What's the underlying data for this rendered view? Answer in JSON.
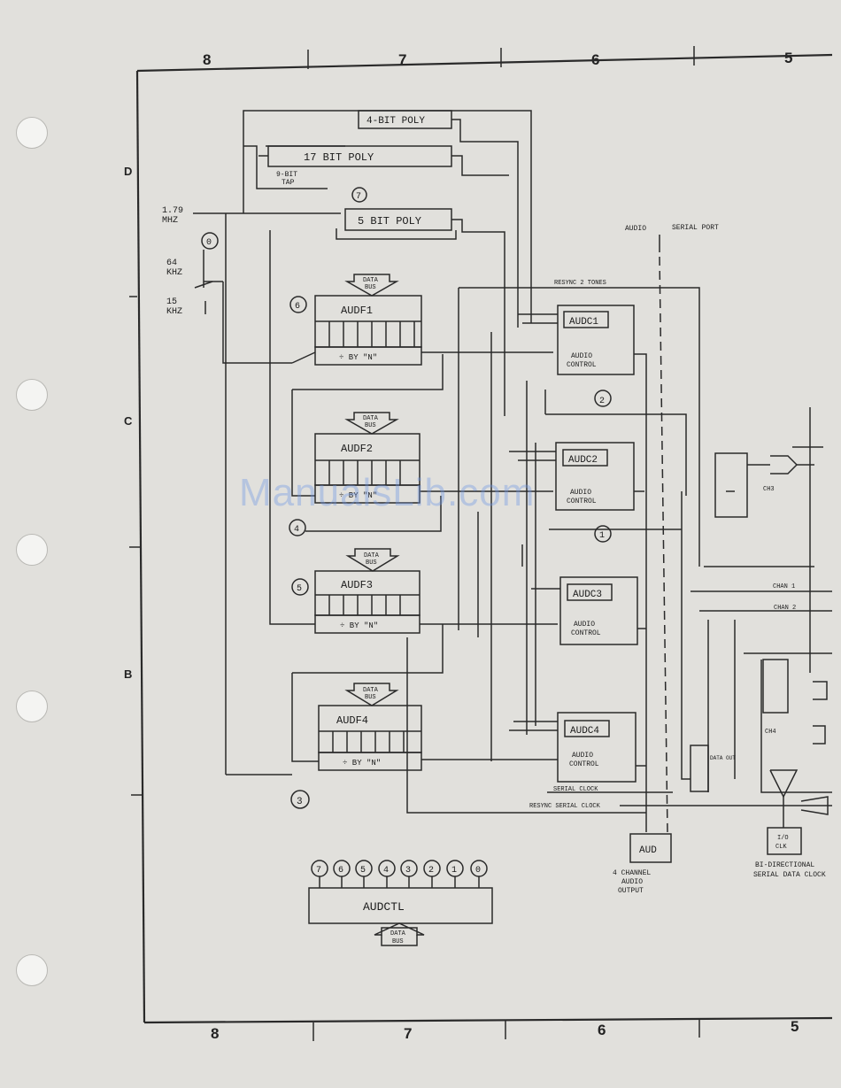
{
  "ruler": {
    "top": [
      "8",
      "7",
      "6",
      "5"
    ],
    "bottom": [
      "8",
      "7",
      "6",
      "5"
    ]
  },
  "margin_letters": [
    "D",
    "C",
    "B"
  ],
  "clock": {
    "freq_line1": "1.79",
    "freq_line2": "MHZ",
    "f64_line1": "64",
    "f64_line2": "KHZ",
    "f15_line1": "15",
    "f15_line2": "KHZ"
  },
  "poly": {
    "p4": "4-BIT POLY",
    "p17": "17 BIT POLY",
    "p9_line1": "9-BIT",
    "p9_line2": "TAP",
    "p5": "5 BIT POLY"
  },
  "labels": {
    "audio_side": "AUDIO",
    "serial_side": "SERIAL PORT",
    "resync": "RESYNC 2 TONES",
    "serial_clock": "SERIAL CLOCK",
    "resync_clock": "RESYNC SERIAL CLOCK",
    "chan1": "CHAN 1",
    "chan2": "CHAN 2",
    "ch3": "CH3",
    "ch4": "CH4",
    "data_out": "DATA OUT",
    "aud_box": "AUD",
    "out_line1": "4 CHANNEL",
    "out_line2": "AUDIO",
    "out_line3": "OUTPUT",
    "bidir_line1": "BI-DIRECTIONAL",
    "bidir_line2": "SERIAL DATA CLOCK",
    "clk_line1": "I/O",
    "clk_line2": "CLK",
    "divide_by_n": "÷ BY \"N\""
  },
  "data_bus": {
    "line1": "DATA",
    "line2": "BUS"
  },
  "audf": [
    {
      "name": "AUDF1",
      "bit": "6"
    },
    {
      "name": "AUDF2",
      "bit": "4"
    },
    {
      "name": "AUDF3",
      "bit": "5"
    },
    {
      "name": "AUDF4",
      "bit": "3"
    }
  ],
  "audc": [
    {
      "name": "AUDC1",
      "ctrl_line1": "AUDIO",
      "ctrl_line2": "CONTROL",
      "bit": "2"
    },
    {
      "name": "AUDC2",
      "ctrl_line1": "AUDIO",
      "ctrl_line2": "CONTROL",
      "bit": "1"
    },
    {
      "name": "AUDC3",
      "ctrl_line1": "AUDIO",
      "ctrl_line2": "CONTROL"
    },
    {
      "name": "AUDC4",
      "ctrl_line1": "AUDIO",
      "ctrl_line2": "CONTROL"
    }
  ],
  "poly_bit": "7",
  "clock_bit": "0",
  "audctl": {
    "name": "AUDCTL",
    "bits": [
      "7",
      "6",
      "5",
      "4",
      "3",
      "2",
      "1",
      "0"
    ]
  },
  "watermark": "ManualsLib.com"
}
